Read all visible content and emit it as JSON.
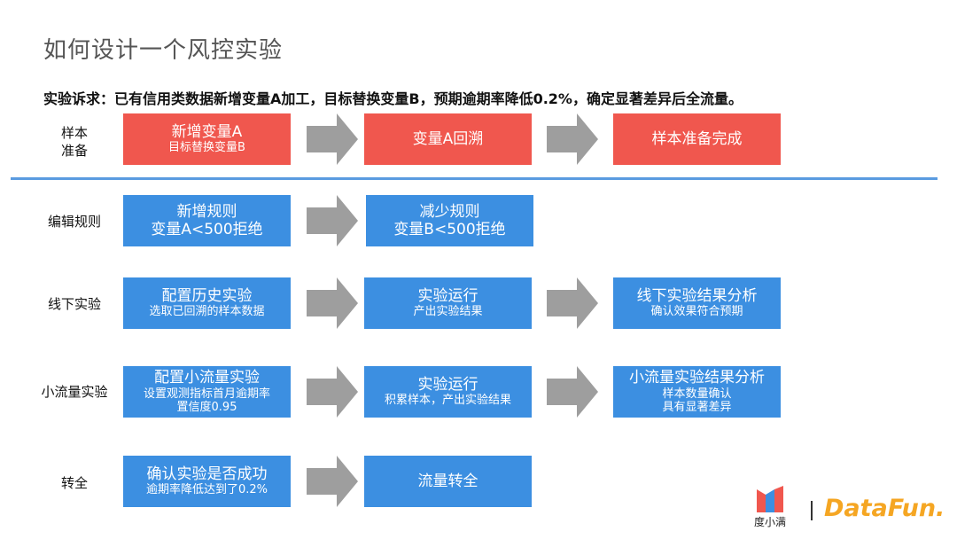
{
  "title": "如何设计一个风控实验",
  "subtitle": "实验诉求：已有信用类数据新增变量A加工，目标替换变量B，预期逾期率降低0.2%，确定显著差异后全流量。",
  "rows": [
    {
      "label": "样本\n准备",
      "boxes": [
        {
          "main": "新增变量A",
          "sub": [
            "目标替换变量B"
          ]
        },
        {
          "main": "变量A回溯",
          "sub": []
        },
        {
          "main": "样本准备完成",
          "sub": []
        }
      ]
    },
    {
      "label": "编辑规则",
      "boxes": [
        {
          "main": "新增规则",
          "sub": [
            "变量A<500拒绝"
          ]
        },
        {
          "main": "减少规则",
          "sub": [
            "变量B<500拒绝"
          ]
        }
      ]
    },
    {
      "label": "线下实验",
      "boxes": [
        {
          "main": "配置历史实验",
          "sub": [
            "选取已回溯的样本数据"
          ]
        },
        {
          "main": "实验运行",
          "sub": [
            "产出实验结果"
          ]
        },
        {
          "main": "线下实验结果分析",
          "sub": [
            "确认效果符合预期"
          ]
        }
      ]
    },
    {
      "label": "小流量实验",
      "boxes": [
        {
          "main": "配置小流量实验",
          "sub": [
            "设置观测指标首月逾期率",
            "置信度0.95"
          ]
        },
        {
          "main": "实验运行",
          "sub": [
            "积累样本，产出实验结果"
          ]
        },
        {
          "main": "小流量实验结果分析",
          "sub": [
            "样本数量确认",
            "具有显著差异"
          ]
        }
      ]
    },
    {
      "label": "转全",
      "boxes": [
        {
          "main": "确认实验是否成功",
          "sub": [
            "逾期率降低达到了0.2%"
          ]
        },
        {
          "main": "流量转全",
          "sub": []
        }
      ]
    }
  ],
  "logos": {
    "left_name": "度小满",
    "right_name": "DataFun."
  },
  "colors": {
    "red": "#f0574e",
    "blue": "#3c8fe1",
    "arrow": "#9e9e9e",
    "divider": "#5a9be0",
    "datafun": "#f5a623"
  }
}
